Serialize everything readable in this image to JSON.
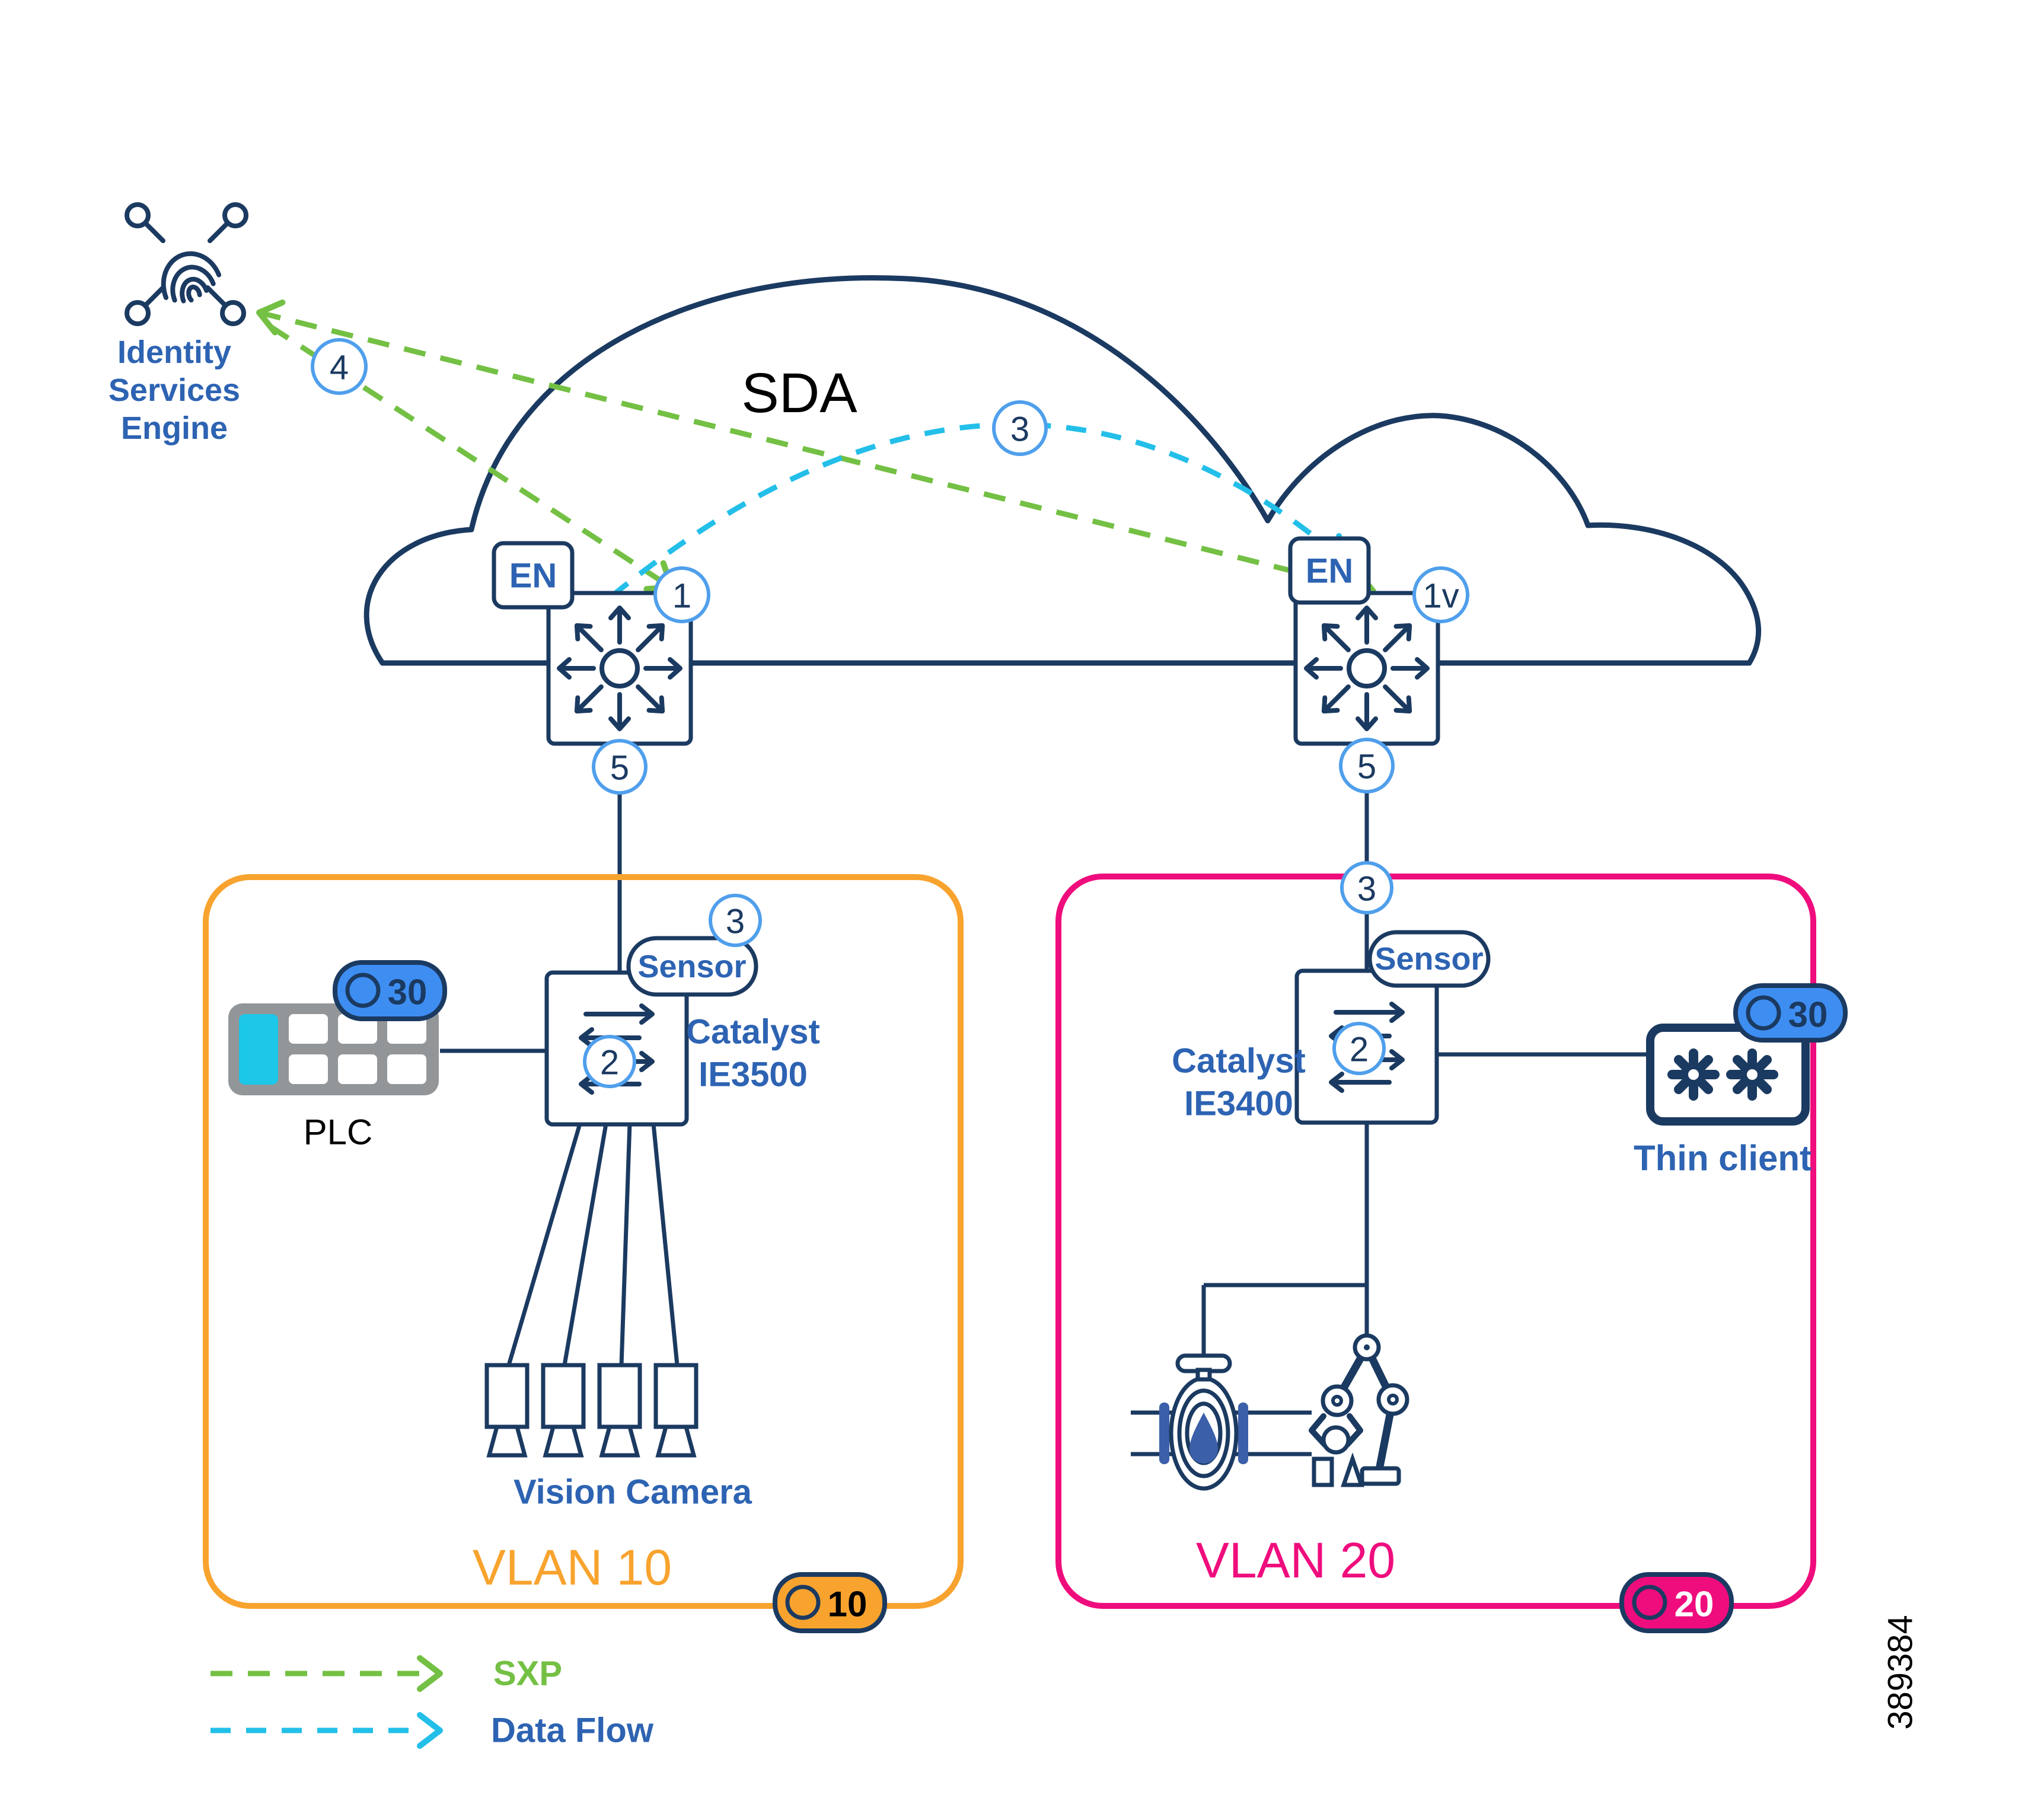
{
  "colors": {
    "navy": "#1b3a61",
    "blue": "#2d63b2",
    "lightblue": "#4f9fec",
    "green": "#74c044",
    "cyan": "#23bfe9",
    "orange": "#f8a32e",
    "pink": "#ef0d7d",
    "gray": "#939698",
    "cellcyan": "#1cc7e8",
    "badgeblue": "#3e8ef2",
    "flange": "#3c5fa9",
    "black": "#000000"
  },
  "cloud": {
    "label": "SDA"
  },
  "ise": {
    "line1": "Identity",
    "line2": "Services",
    "line3": "Engine"
  },
  "en_left": "EN",
  "en_right": "EN",
  "markers": {
    "m1": "1",
    "m1v": "1v",
    "m4": "4",
    "m3_flow": "3",
    "m5_left": "5",
    "m5_right": "5",
    "m3_sensor": "3",
    "m2_left": "2",
    "m3_vlan20": "3",
    "m2_right": "2"
  },
  "devices": {
    "sensor_left": "Sensor",
    "sensor_right": "Sensor",
    "catalyst_left_line1": "Catalyst",
    "catalyst_left_line2": "IE3500",
    "catalyst_right_line1": "Catalyst",
    "catalyst_right_line2": "IE3400",
    "plc": "PLC",
    "vision_camera": "Vision Camera",
    "thin_client": "Thin client"
  },
  "tags": {
    "plc_sgt": "30",
    "thin_client_sgt": "30",
    "vlan10": "10",
    "vlan20": "20"
  },
  "vlans": {
    "vlan10": "VLAN 10",
    "vlan20": "VLAN 20"
  },
  "legend": {
    "sxp": "SXP",
    "data_flow": "Data Flow"
  },
  "figure_number": "389384"
}
